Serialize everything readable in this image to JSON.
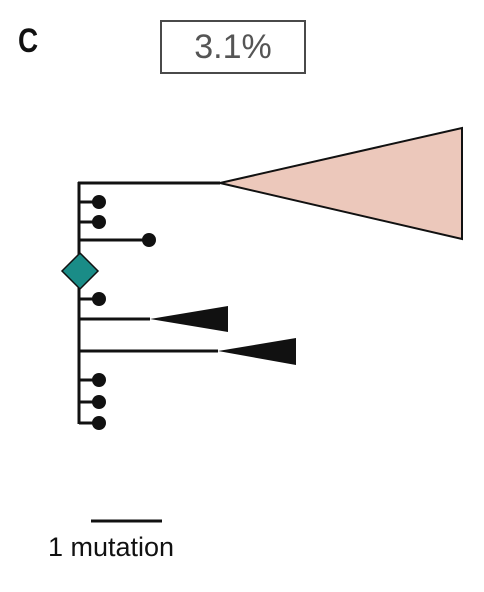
{
  "panel_label": "C",
  "percentage": "3.1%",
  "scale_bar": {
    "label": "1 mutation"
  },
  "colors": {
    "clade_large": "#ecc8bb",
    "clade_small": "#111111",
    "root_node": "#1a8c87",
    "branch": "#111111",
    "box_border": "#4a4a4a"
  }
}
